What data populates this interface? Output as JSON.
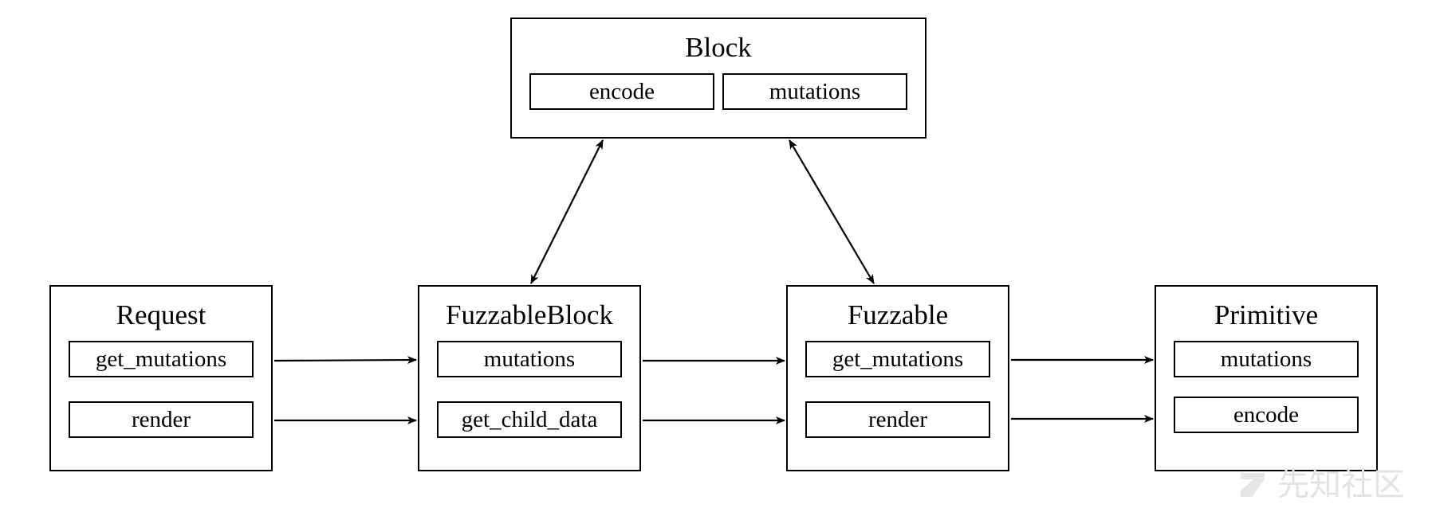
{
  "diagram": {
    "block": {
      "title": "Block",
      "methods": [
        "encode",
        "mutations"
      ]
    },
    "request": {
      "title": "Request",
      "methods": [
        "get_mutations",
        "render"
      ]
    },
    "fuzzable_block": {
      "title": "FuzzableBlock",
      "methods": [
        "mutations",
        "get_child_data"
      ]
    },
    "fuzzable": {
      "title": "Fuzzable",
      "methods": [
        "get_mutations",
        "render"
      ]
    },
    "primitive": {
      "title": "Primitive",
      "methods": [
        "mutations",
        "encode"
      ]
    },
    "edges": [
      {
        "from": "Block",
        "to": "FuzzableBlock",
        "type": "bidirectional"
      },
      {
        "from": "Block",
        "to": "Fuzzable",
        "type": "bidirectional"
      },
      {
        "from": "Request.get_mutations",
        "to": "FuzzableBlock.mutations",
        "type": "directed"
      },
      {
        "from": "Request.render",
        "to": "FuzzableBlock.get_child_data",
        "type": "directed"
      },
      {
        "from": "FuzzableBlock.mutations",
        "to": "Fuzzable.get_mutations",
        "type": "directed"
      },
      {
        "from": "FuzzableBlock.get_child_data",
        "to": "Fuzzable.render",
        "type": "directed"
      },
      {
        "from": "Fuzzable.get_mutations",
        "to": "Primitive.mutations",
        "type": "directed"
      },
      {
        "from": "Fuzzable.render",
        "to": "Primitive.encode",
        "type": "directed"
      }
    ]
  },
  "watermark": {
    "text": "先知社区",
    "color": "#e3e3e3"
  },
  "colors": {
    "stroke": "#000000",
    "background": "#ffffff"
  }
}
